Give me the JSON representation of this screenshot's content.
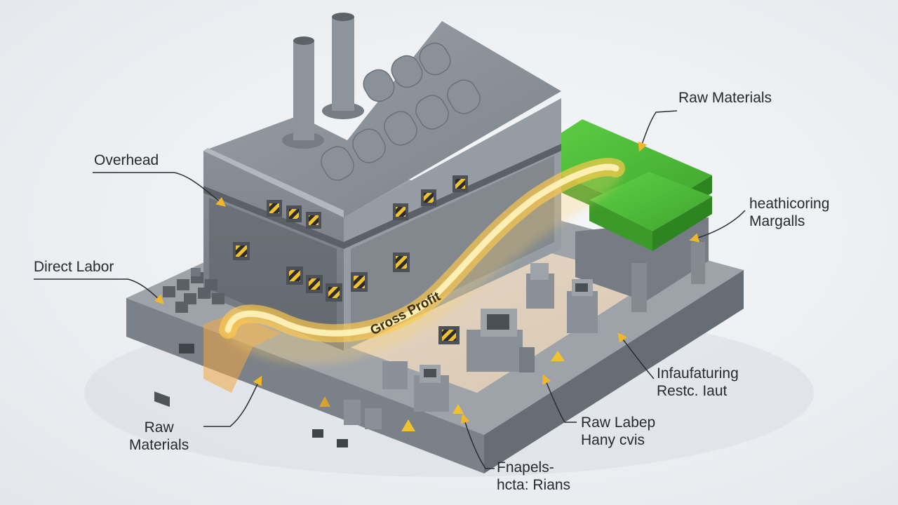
{
  "title": "",
  "path_label": "Gross Profit",
  "labels": {
    "overhead": "Overhead",
    "direct_labor": "Direct Labor",
    "raw_materials_top": "Raw Materials",
    "side_top": {
      "line1": "heathicoring",
      "line2": "Margalls"
    },
    "raw_materials_bottom": {
      "line1": "Raw",
      "line2": "Materials"
    },
    "side_mid": {
      "line1": "Infaufaturing",
      "line2": "Restc. Iaut"
    },
    "raw_labep": {
      "line1": "Raw Labep",
      "line2": "Hany cvis"
    },
    "bottom": {
      "line1": "Fnapels-",
      "line2": "hcta: Rians"
    }
  },
  "colors": {
    "accent_green": "#4fbf3a",
    "glow_path": "#ffc94a",
    "building_gray": "#8f949b",
    "hazard_yellow": "#f2c12e"
  },
  "icons": [
    "factory-icon",
    "smokestack-icon",
    "machine-icon",
    "crate-icon",
    "arrow-icon"
  ]
}
